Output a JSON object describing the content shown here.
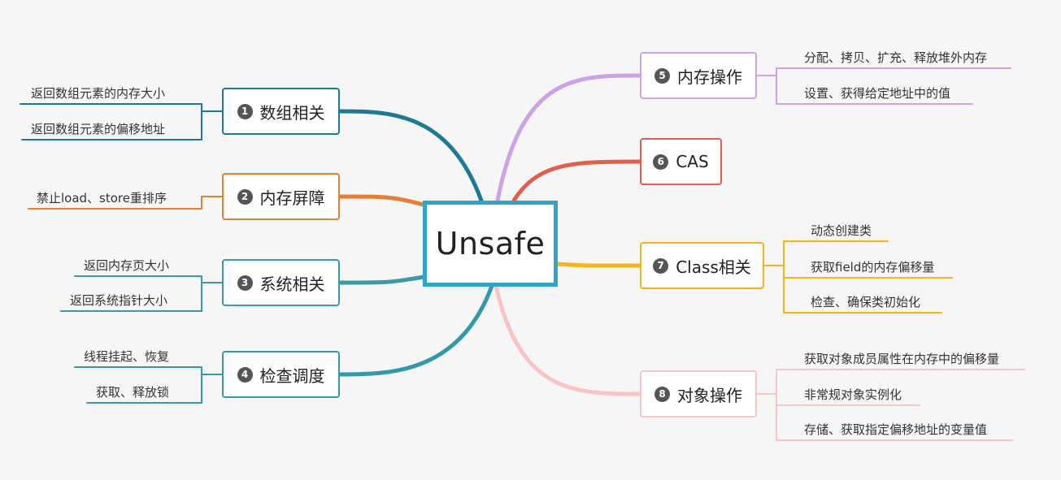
{
  "center": {
    "label": "Unsafe",
    "color": "#2fa6c7"
  },
  "branches": [
    {
      "number": "1",
      "label": "数组相关",
      "color": "#1d7a93",
      "children": [
        "返回数组元素的内存大小",
        "返回数组元素的偏移地址"
      ]
    },
    {
      "number": "2",
      "label": "内存屏障",
      "color": "#e57f33",
      "children": [
        "禁止load、store重排序"
      ]
    },
    {
      "number": "3",
      "label": "系统相关",
      "color": "#3b9aa8",
      "children": [
        "返回内存页大小",
        "返回系统指针大小"
      ]
    },
    {
      "number": "4",
      "label": "检查调度",
      "color": "#3399a8",
      "children": [
        "线程挂起、恢复",
        "获取、释放锁"
      ]
    },
    {
      "number": "5",
      "label": "内存操作",
      "color": "#cda2e6",
      "children": [
        "分配、拷贝、扩充、释放堆外内存",
        "设置、获得给定地址中的值"
      ]
    },
    {
      "number": "6",
      "label": "CAS",
      "color": "#e0604e",
      "children": []
    },
    {
      "number": "7",
      "label": "Class相关",
      "color": "#f2b41f",
      "children": [
        "动态创建类",
        "获取field的内存偏移量",
        "检查、确保类初始化"
      ]
    },
    {
      "number": "8",
      "label": "对象操作",
      "color": "#f7c5c5",
      "children": [
        "获取对象成员属性在内存中的偏移量",
        "非常规对象实例化",
        "存储、获取指定偏移地址的变量值"
      ]
    }
  ]
}
